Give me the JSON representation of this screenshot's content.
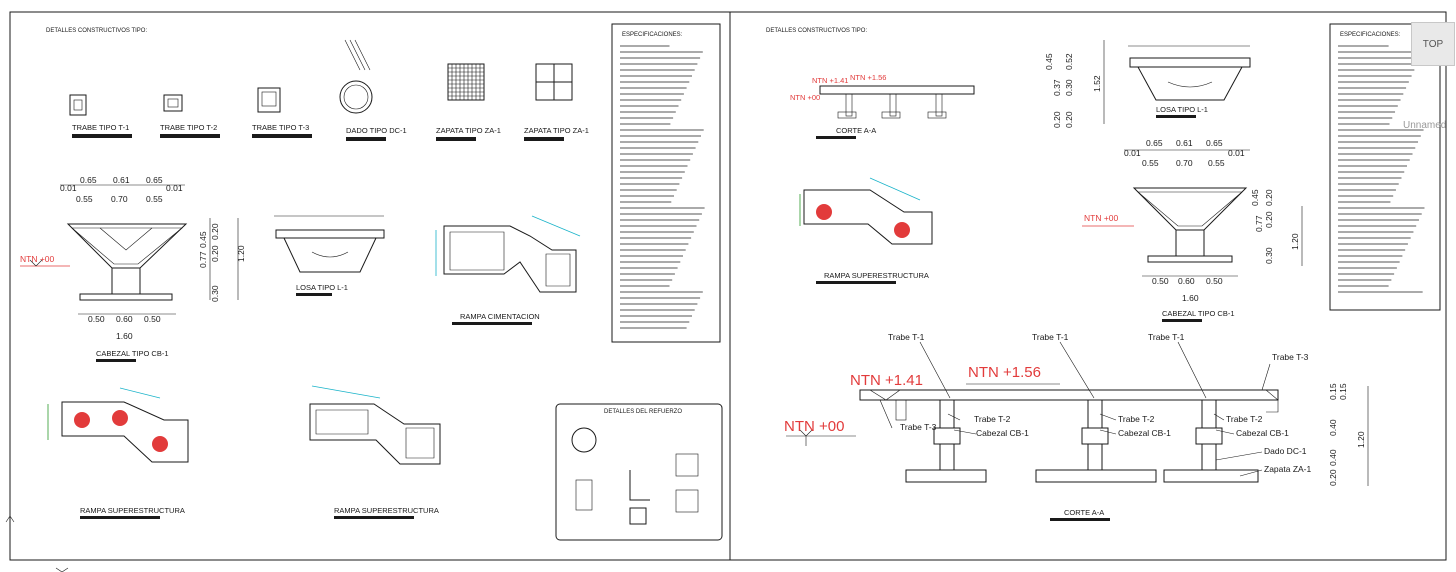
{
  "sheet_left": {
    "title": "DETALLES CONSTRUCTIVOS TIPO:",
    "small_details": [
      "TRABE TIPO T-1",
      "TRABE TIPO T-2",
      "TRABE TIPO T-3",
      "DADO TIPO DC-1",
      "ZAPATA TIPO ZA-1",
      "ZAPATA TIPO ZA-1"
    ],
    "cabezal": {
      "label": "CABEZAL TIPO CB-1",
      "dims_top": [
        "0.65",
        "0.61",
        "0.65"
      ],
      "dims_top2": [
        "0.55",
        "0.70",
        "0.55"
      ],
      "edge": "0.01",
      "dims_bottom": [
        "0.50",
        "0.60",
        "0.50"
      ],
      "total": "1.60",
      "vert": [
        "0.45",
        "0.77",
        "0.20",
        "0.20",
        "0.30"
      ],
      "height": "1.20",
      "ntn": "NTN +00"
    },
    "losa": "LOSA TIPO L-1",
    "rampa_cim": "RAMPA CIMENTACION",
    "rampa_sup1": "RAMPA SUPERESTRUCTURA",
    "rampa_sup2": "RAMPA SUPERESTRUCTURA",
    "refuerzo": "DETALLES DEL REFUERZO",
    "specs": "ESPECIFICACIONES:"
  },
  "sheet_right": {
    "title": "DETALLES CONSTRUCTIVOS TIPO:",
    "corte_small": "CORTE A-A",
    "ntn_small": [
      "NTN +1.41",
      "NTN +1.56",
      "NTN +00"
    ],
    "losa": "LOSA TIPO L-1",
    "losa_vert": [
      "0.45",
      "0.37",
      "0.52",
      "0.30",
      "0.20",
      "0.20"
    ],
    "losa_h": "1.52",
    "cabezal": {
      "label": "CABEZAL TIPO CB-1",
      "dims_top": [
        "0.65",
        "0.61",
        "0.65"
      ],
      "dims_top2": [
        "0.55",
        "0.70",
        "0.55"
      ],
      "edge": "0.01",
      "dims_bottom": [
        "0.50",
        "0.60",
        "0.50"
      ],
      "total": "1.60",
      "vert": [
        "0.45",
        "0.77",
        "0.20",
        "0.20",
        "0.30"
      ],
      "height": "1.20",
      "ntn": "NTN +00"
    },
    "rampa_sup": "RAMPA SUPERESTRUCTURA",
    "specs": "ESPECIFICACIONES:",
    "corte": {
      "title": "CORTE A-A",
      "ntn": [
        "NTN +1.41",
        "NTN +1.56",
        "NTN +00"
      ],
      "labels": [
        "Trabe T-1",
        "Trabe T-1",
        "Trabe T-1",
        "Trabe T-3",
        "Trabe T-3",
        "Trabe T-2",
        "Trabe T-2",
        "Trabe T-2",
        "Cabezal CB-1",
        "Cabezal CB-1",
        "Cabezal CB-1",
        "Dado DC-1",
        "Zapata ZA-1"
      ],
      "vert": [
        "0.15",
        "0.15",
        "0.40",
        "0.40",
        "0.20"
      ],
      "height": "1.20"
    }
  },
  "viewcube": {
    "face": "TOP",
    "name": "Unnamed"
  },
  "colors": {
    "ink": "#1a1a1a",
    "red": "#e23b3b",
    "cyan": "#19b3c9",
    "green": "#2a9a2a"
  }
}
